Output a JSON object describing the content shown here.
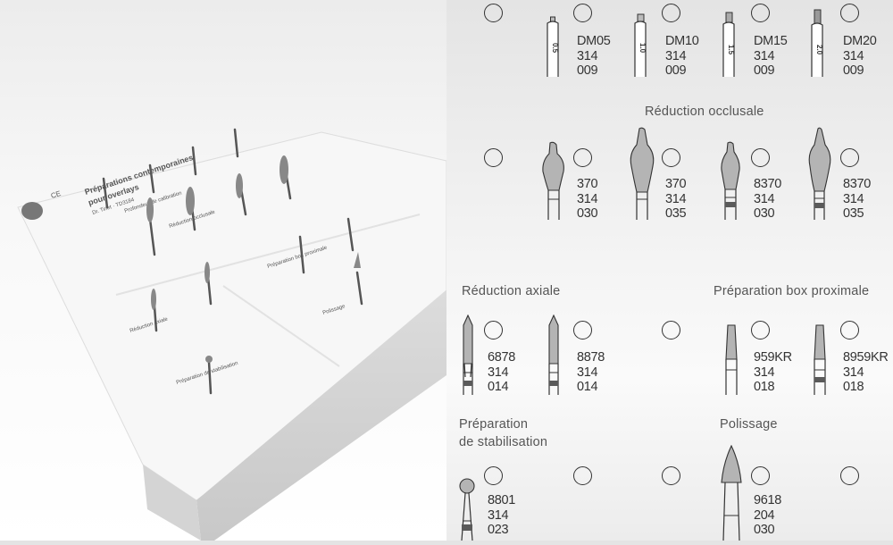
{
  "photo": {
    "title_line1": "Préparations contemporaines",
    "title_line2": "pour overlays",
    "subtitle": "Dr. Tirlet · TD3184",
    "section_label": "Profondeur de calibration",
    "occlusal_label": "Réduction occlusale",
    "axial_label": "Réduction axiale",
    "box_label": "Préparation box proximale",
    "polish_label": "Polissage",
    "stab_label": "Préparation de stabilisation"
  },
  "sections": {
    "occlusal": "Réduction occlusale",
    "axial": "Réduction axiale",
    "box": "Préparation box proximale",
    "stab_line1": "Préparation",
    "stab_line2": "de stabilisation",
    "polish": "Polissage"
  },
  "depth_markers": [
    {
      "code": "DM05",
      "l2": "314",
      "l3": "009",
      "mark": "0.5"
    },
    {
      "code": "DM10",
      "l2": "314",
      "l3": "009",
      "mark": "1.0"
    },
    {
      "code": "DM15",
      "l2": "314",
      "l3": "009",
      "mark": "1.5"
    },
    {
      "code": "DM20",
      "l2": "314",
      "l3": "009",
      "mark": "2.0"
    }
  ],
  "occlusal": [
    {
      "code": "370",
      "l2": "314",
      "l3": "030"
    },
    {
      "code": "370",
      "l2": "314",
      "l3": "035"
    },
    {
      "code": "8370",
      "l2": "314",
      "l3": "030"
    },
    {
      "code": "8370",
      "l2": "314",
      "l3": "035"
    }
  ],
  "axial": [
    {
      "code": "6878",
      "l2": "314",
      "l3": "014"
    },
    {
      "code": "8878",
      "l2": "314",
      "l3": "014"
    }
  ],
  "box": [
    {
      "code": "959KR",
      "l2": "314",
      "l3": "018"
    },
    {
      "code": "8959KR",
      "l2": "314",
      "l3": "018"
    }
  ],
  "stab": [
    {
      "code": "8801",
      "l2": "314",
      "l3": "023"
    }
  ],
  "polish": [
    {
      "code": "9618",
      "l2": "204",
      "l3": "030"
    }
  ],
  "colors": {
    "fill": "#b4b4b4",
    "band": "#5a5a5a",
    "stroke": "#333333"
  }
}
